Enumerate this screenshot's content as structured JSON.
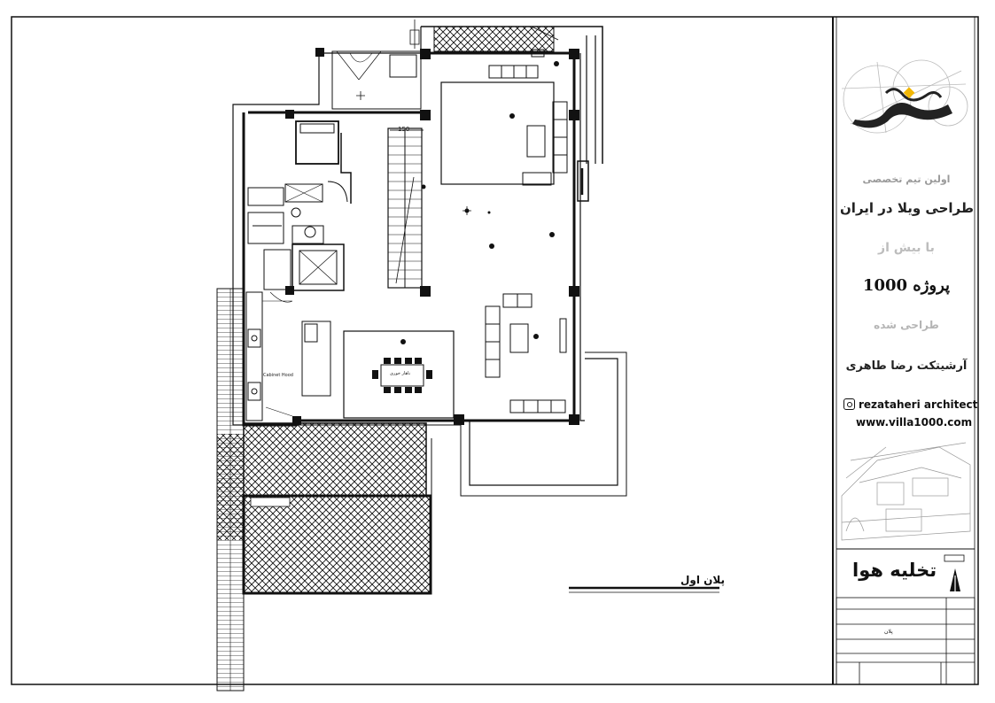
{
  "title_block": {
    "line1": "اولین تیم تخصصی",
    "line2": "طراحی ویلا در ایران",
    "line3": "با بیش از",
    "line4": "1000 پروژه",
    "line5": "طراحی شده",
    "line6": "آرشیتکت رضا طاهری",
    "instagram": "rezataheri architect",
    "website": "www.villa1000.com",
    "brand": "تخلیه هوا",
    "sheet_row_value": "پلان"
  },
  "plan": {
    "label": "پلان اول",
    "dim_top": "150",
    "room_dining": "ناهار خوری",
    "kitchen_note": "Cabinet Hood"
  },
  "colors": {
    "line": "#111111",
    "accent": "#f2b705",
    "light_text": "#b5b5b5"
  }
}
